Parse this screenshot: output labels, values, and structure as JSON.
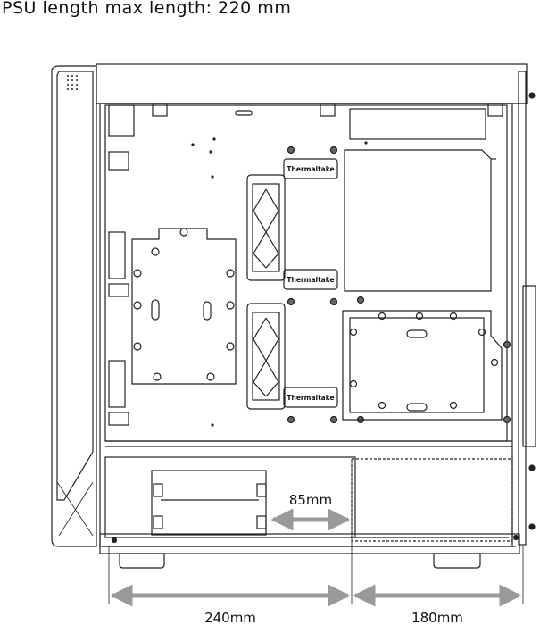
{
  "heading": "PSU length max length: 220 mm",
  "logos": [
    "Thermaltake",
    "Thermaltake",
    "Thermaltake"
  ],
  "dimensions": {
    "clearance": "85mm",
    "left_span": "240mm",
    "right_span": "180mm"
  },
  "colors": {
    "line": "#222222",
    "arrow": "#999999"
  }
}
